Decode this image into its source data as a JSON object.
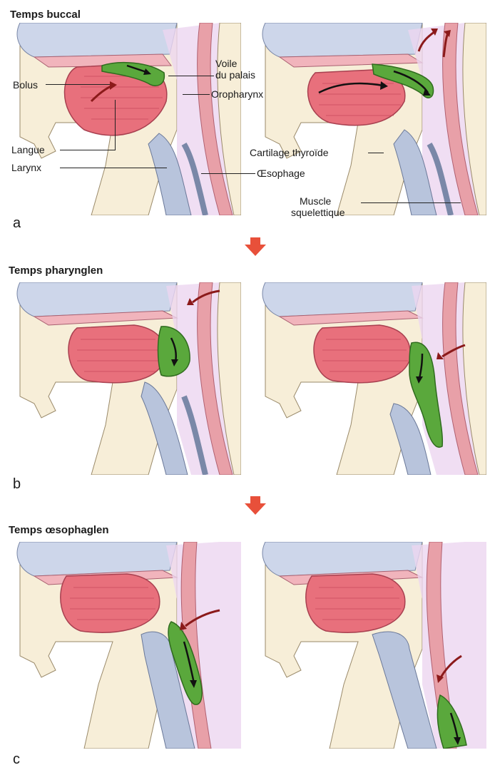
{
  "colors": {
    "tongue": "#e8707c",
    "tongue_stripe": "#c8465a",
    "bolus": "#5aa83c",
    "bolus_edge": "#2f6b1e",
    "skin": "#f7eed8",
    "pharynx": "#ecd6f0",
    "airway": "#b8c4dc",
    "muscle": "#e8a0a8",
    "arrow": "#8b1a1a",
    "transition_arrow": "#e8503a"
  },
  "sections": [
    {
      "title": "Temps buccal",
      "letter": "a",
      "labels": {
        "bolus": "Bolus",
        "voile_line1": "Voile",
        "voile_line2": "du palais",
        "oropharynx": "Oropharynx",
        "langue": "Langue",
        "larynx": "Larynx",
        "oesophage": "Œsophage",
        "cartilage": "Cartilage thyroïde",
        "muscle_line1": "Muscle",
        "muscle_line2": "squelettique"
      }
    },
    {
      "title": "Temps pharynglen",
      "letter": "b"
    },
    {
      "title": "Temps œsophaglen",
      "letter": "c"
    }
  ]
}
